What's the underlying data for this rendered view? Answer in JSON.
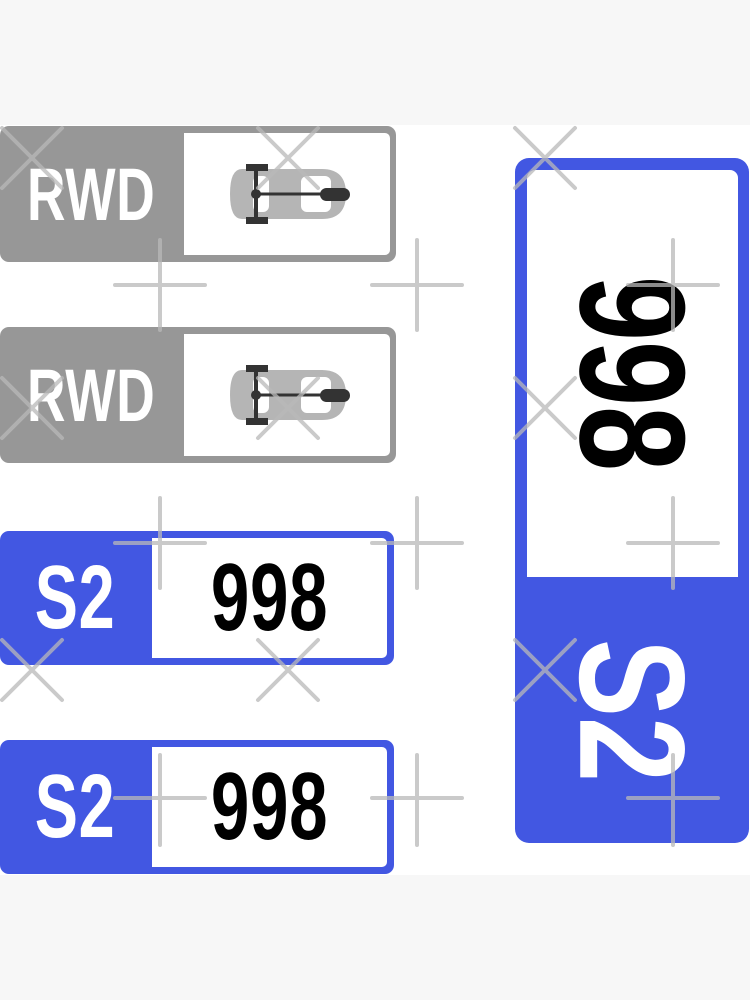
{
  "page": {
    "background": "#f7f7f7",
    "sheet_background": "#ffffff"
  },
  "stickers": {
    "rwd_1": {
      "label": "RWD",
      "icon": "rear-wheel-drive-car-icon",
      "color": "#979797"
    },
    "rwd_2": {
      "label": "RWD",
      "icon": "rear-wheel-drive-car-icon",
      "color": "#979797"
    },
    "plate_1": {
      "prefix": "S2",
      "number": "998",
      "color": "#4257e2"
    },
    "plate_2": {
      "prefix": "S2",
      "number": "998",
      "color": "#4257e2"
    },
    "plate_vertical": {
      "prefix": "S2",
      "number": "998",
      "color": "#4257e2"
    }
  }
}
